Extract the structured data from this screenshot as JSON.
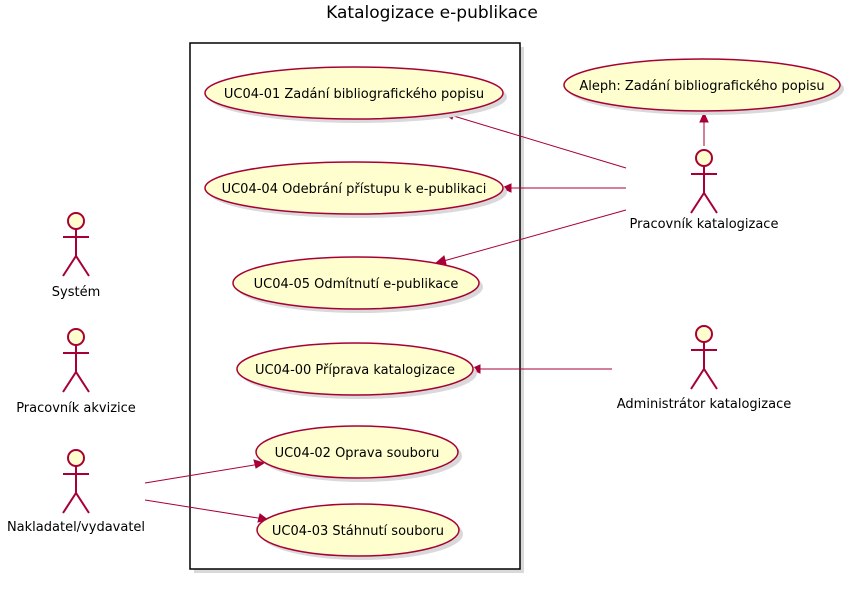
{
  "diagram": {
    "title": "Katalogizace e-publikace",
    "colors": {
      "usecase_fill": "#FEFECE",
      "border": "#A80036",
      "boundary": "#000000",
      "background": "#FFFFFF"
    },
    "use_cases": [
      {
        "id": "uc0401",
        "label": "UC04-01 Zadání bibliografického popisu"
      },
      {
        "id": "uc0404",
        "label": "UC04-04 Odebrání přístupu k e-publikaci"
      },
      {
        "id": "uc0405",
        "label": "UC04-05 Odmítnutí e-publikace"
      },
      {
        "id": "uc0400",
        "label": "UC04-00 Příprava katalogizace"
      },
      {
        "id": "uc0402",
        "label": "UC04-02 Oprava souboru"
      },
      {
        "id": "uc0403",
        "label": "UC04-03 Stáhnutí souboru"
      },
      {
        "id": "aleph",
        "label": "Aleph: Zadání bibliografického popisu"
      }
    ],
    "actors": [
      {
        "id": "system",
        "label": "Systém"
      },
      {
        "id": "akvizice",
        "label": "Pracovník akvizice"
      },
      {
        "id": "nakladatel",
        "label": "Nakladatel/vydavatel"
      },
      {
        "id": "katalogizace",
        "label": "Pracovník katalogizace"
      },
      {
        "id": "admin",
        "label": "Administrátor katalogizace"
      }
    ],
    "relations": [
      {
        "from": "katalogizace",
        "to": "aleph"
      },
      {
        "from": "katalogizace",
        "to": "uc0401"
      },
      {
        "from": "katalogizace",
        "to": "uc0404"
      },
      {
        "from": "katalogizace",
        "to": "uc0405"
      },
      {
        "from": "admin",
        "to": "uc0400"
      },
      {
        "from": "nakladatel",
        "to": "uc0402"
      },
      {
        "from": "nakladatel",
        "to": "uc0403"
      }
    ]
  }
}
